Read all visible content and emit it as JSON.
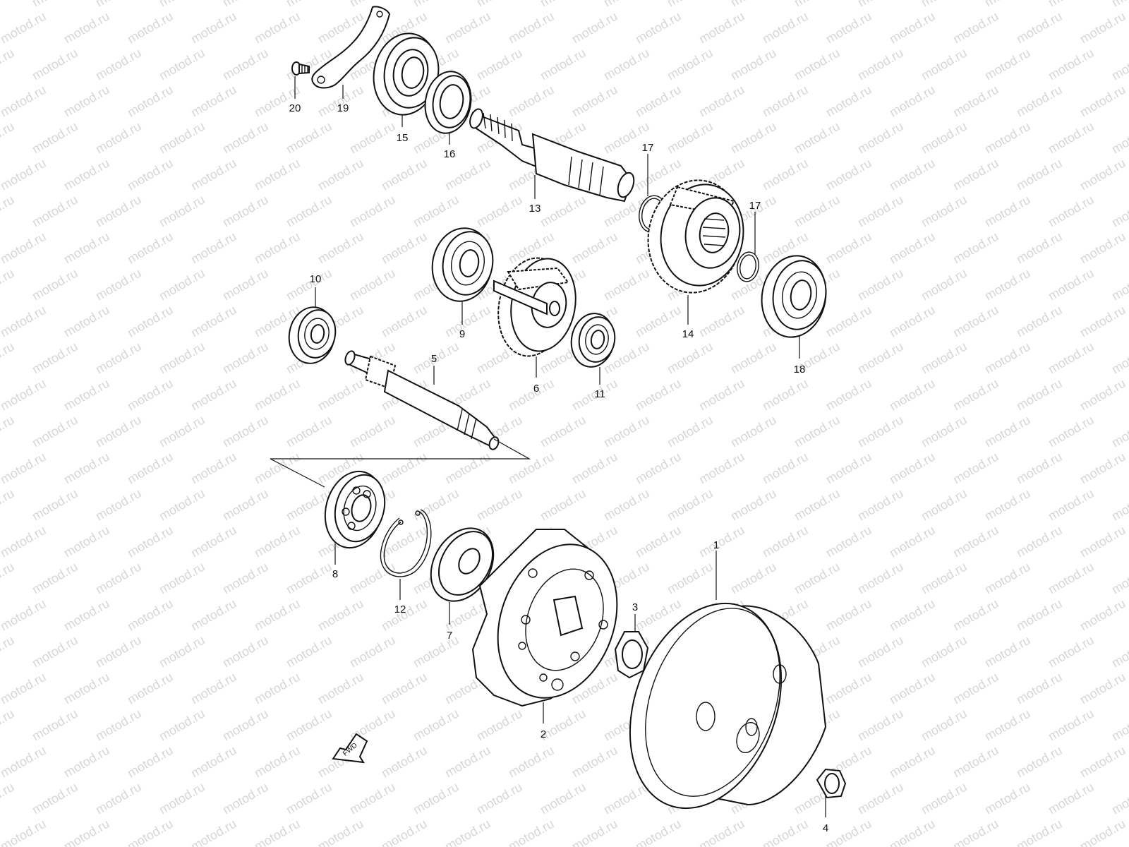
{
  "watermark": {
    "text": "motod.ru",
    "color": "#d6d6d6"
  },
  "fwd_label": "FWD",
  "callouts": [
    "1",
    "2",
    "3",
    "4",
    "5",
    "6",
    "7",
    "8",
    "9",
    "10",
    "11",
    "12",
    "13",
    "14",
    "15",
    "16",
    "17",
    "17",
    "18",
    "19",
    "20"
  ],
  "parts": [
    {
      "ref": "1",
      "icon": "clutch-housing-drum-icon"
    },
    {
      "ref": "2",
      "icon": "clutch-shoe-assembly-icon"
    },
    {
      "ref": "3",
      "icon": "nut-icon"
    },
    {
      "ref": "4",
      "icon": "nut-icon"
    },
    {
      "ref": "5",
      "icon": "input-shaft-icon"
    },
    {
      "ref": "6",
      "icon": "gear-icon"
    },
    {
      "ref": "7",
      "icon": "oil-seal-icon"
    },
    {
      "ref": "8",
      "icon": "bearing-icon"
    },
    {
      "ref": "9",
      "icon": "bearing-icon"
    },
    {
      "ref": "10",
      "icon": "bearing-icon"
    },
    {
      "ref": "11",
      "icon": "bearing-icon"
    },
    {
      "ref": "12",
      "icon": "circlip-icon"
    },
    {
      "ref": "13",
      "icon": "output-shaft-icon"
    },
    {
      "ref": "14",
      "icon": "final-gear-icon"
    },
    {
      "ref": "15",
      "icon": "bearing-icon"
    },
    {
      "ref": "16",
      "icon": "oil-seal-icon"
    },
    {
      "ref": "17",
      "icon": "circlip-icon"
    },
    {
      "ref": "18",
      "icon": "bearing-icon"
    },
    {
      "ref": "19",
      "icon": "bracket-icon"
    },
    {
      "ref": "20",
      "icon": "screw-icon"
    }
  ]
}
